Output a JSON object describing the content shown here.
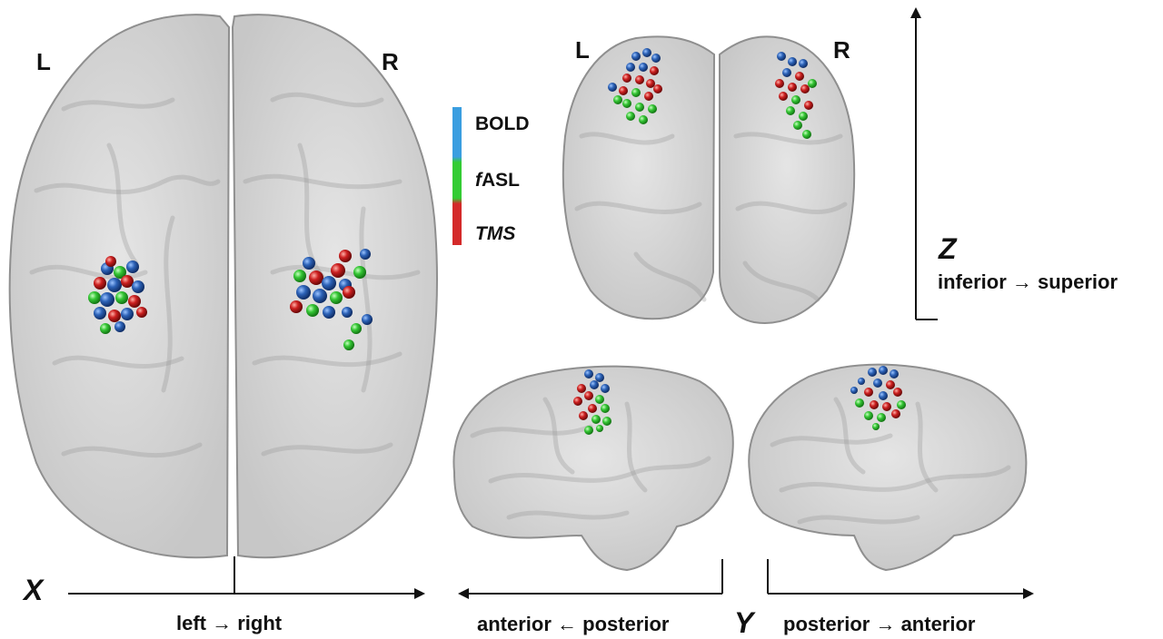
{
  "hemisphere_labels": {
    "axial_left": "L",
    "axial_right": "R",
    "coronal_left": "L",
    "coronal_right": "R"
  },
  "legend": {
    "items": [
      {
        "label": "BOLD",
        "italic_prefix": "",
        "rest": "BOLD",
        "color": "#3a9ee0"
      },
      {
        "label": "fASL",
        "italic_prefix": "f",
        "rest": "ASL",
        "color": "#33cc33"
      },
      {
        "label": "TMS",
        "italic_prefix": "TMS",
        "rest": "",
        "color": "#d42a2a"
      }
    ]
  },
  "axes": {
    "x": {
      "letter": "X",
      "description": "left → right"
    },
    "y": {
      "letter": "Y",
      "description_left": "anterior ← posterior",
      "description_right": "posterior → anterior"
    },
    "z": {
      "letter": "Z",
      "description": "inferior → superior"
    }
  },
  "colors": {
    "bold": "#2a5fb0",
    "fasl": "#33cc33",
    "tms": "#c81e1e",
    "brain": "#c8c8c8"
  }
}
